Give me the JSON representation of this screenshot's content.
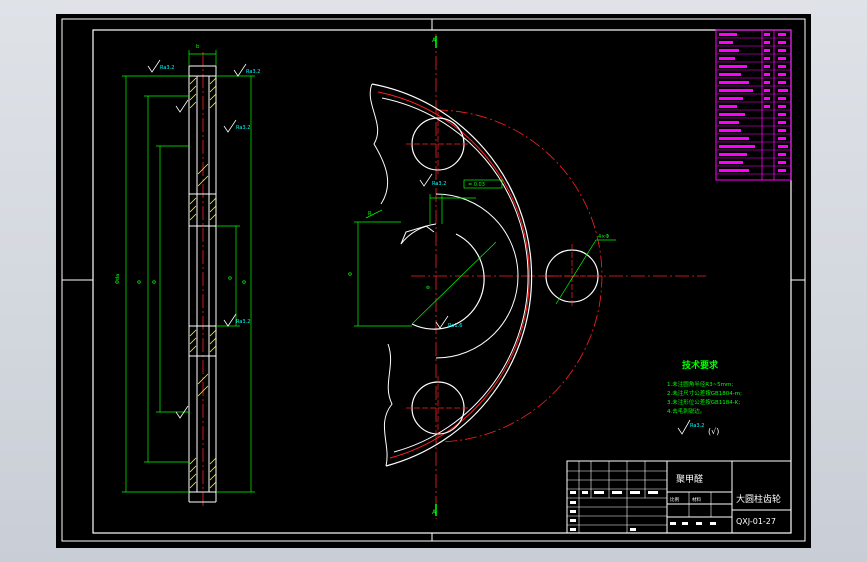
{
  "drawing": {
    "company": "聚甲醛",
    "part_name": "大圆柱齿轮",
    "drawing_no": "QXJ-01-27",
    "tech_title": "技术要求",
    "tech_notes": [
      "1.未注圆角半径R3~5mm;",
      "2.未注尺寸公差按GB1804-m;",
      "3.未注形位公差按GB1184-K;",
      "4.去毛刺锐边。"
    ],
    "roughness_note": "(√)",
    "scale_label": "比例",
    "material_label": "材料"
  },
  "colors": {
    "viewport_bg": "#000000",
    "frame": "#ffffff",
    "outline": "#ffffff",
    "dimension": "#00ff00",
    "center_line": "#ff2020",
    "hatch": "#ffff00",
    "table": "#ff00ff",
    "annotation": "#00ffff"
  }
}
